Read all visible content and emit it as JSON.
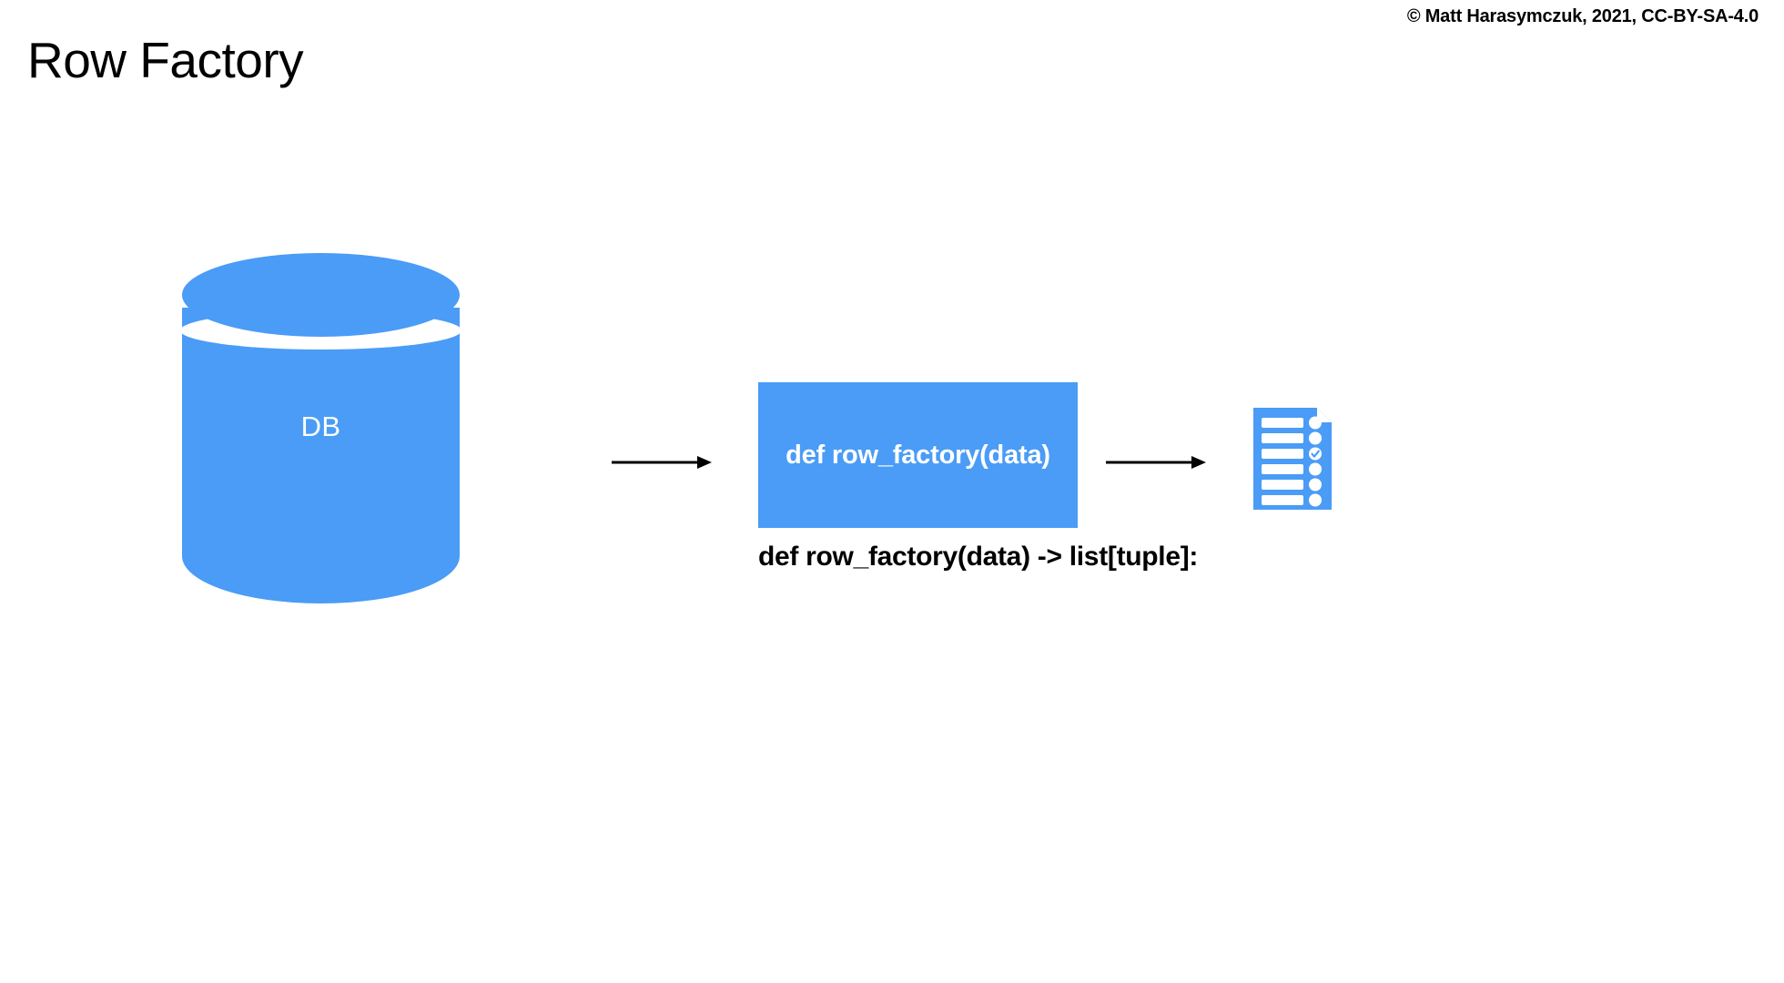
{
  "slide": {
    "title": "Row Factory",
    "copyright": "© Matt Harasymczuk, 2021, CC-BY-SA-4.0",
    "background_color": "#ffffff",
    "accent_color": "#4a9cf6",
    "text_color": "#000000"
  },
  "diagram": {
    "type": "flow",
    "database": {
      "label": "DB",
      "shape": "cylinder",
      "fill": "#4a9cf6",
      "label_color": "#ffffff"
    },
    "arrows": [
      {
        "name": "db-to-function",
        "direction": "right",
        "color": "#000000"
      },
      {
        "name": "function-to-result",
        "direction": "right",
        "color": "#000000"
      }
    ],
    "function_box": {
      "label": "def row_factory(data)",
      "fill": "#4a9cf6",
      "label_color": "#ffffff"
    },
    "caption": "def row_factory(data) -> list[tuple]:",
    "result": {
      "icon": "checklist-document-icon",
      "fill": "#4a9cf6",
      "rows": 6,
      "checked_row_index": 3
    }
  }
}
